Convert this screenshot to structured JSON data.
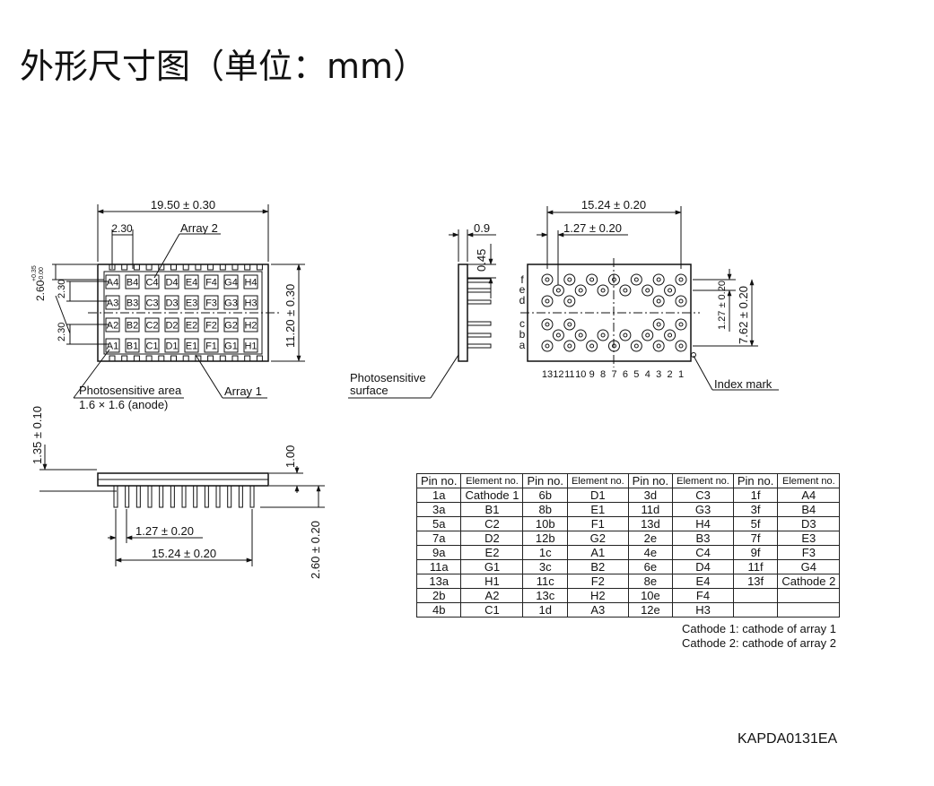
{
  "title": "外形尺寸图（单位：mm）",
  "top_view": {
    "width_dim": "19.50 ± 0.30",
    "pitch_dim": "2.30",
    "array2_label": "Array 2",
    "array1_label": "Array 1",
    "offset_dim": "2.60",
    "offset_tol_plus": "+0.35",
    "offset_tol_minus": "-0.00",
    "row_pitch_upper": "2.30",
    "row_pitch_lower": "2.30",
    "height_dim": "11.20 ± 0.30",
    "area_label_1": "Photosensitive area",
    "area_label_2": "1.6 × 1.6 (anode)",
    "rows": [
      [
        "A4",
        "B4",
        "C4",
        "D4",
        "E4",
        "F4",
        "G4",
        "H4"
      ],
      [
        "A3",
        "B3",
        "C3",
        "D3",
        "E3",
        "F3",
        "G3",
        "H3"
      ],
      [
        "A2",
        "B2",
        "C2",
        "D2",
        "E2",
        "F2",
        "G2",
        "H2"
      ],
      [
        "A1",
        "B1",
        "C1",
        "D1",
        "E1",
        "F1",
        "G1",
        "H1"
      ]
    ]
  },
  "side_view": {
    "thickness_dim": "0.9",
    "lead_dim": "0.45",
    "surface_label_1": "Photosensitive",
    "surface_label_2": "surface"
  },
  "bottom_view": {
    "width_dim": "15.24 ± 0.20",
    "pitch_dim": "1.27 ± 0.20",
    "row_pitch_dim": "1.27 ± 0.20",
    "height_dim": "7.62 ± 0.20",
    "row_letters": [
      "f",
      "e",
      "d",
      "c",
      "b",
      "a"
    ],
    "pin_numbers": [
      "13",
      "12",
      "11",
      "10",
      "9",
      "8",
      "7",
      "6",
      "5",
      "4",
      "3",
      "2",
      "1"
    ],
    "index_mark_label": "Index mark"
  },
  "front_view": {
    "package_height_dim": "1.35 ± 0.10",
    "seat_dim": "1.00",
    "lead_length_dim": "2.60 ± 0.20",
    "pitch_dim": "1.27 ± 0.20",
    "width_dim": "15.24 ± 0.20"
  },
  "pin_table": {
    "headers": [
      "Pin no.",
      "Element no.",
      "Pin no.",
      "Element no.",
      "Pin no.",
      "Element no.",
      "Pin no.",
      "Element no."
    ],
    "rows": [
      [
        "1a",
        "Cathode 1",
        "6b",
        "D1",
        "3d",
        "C3",
        "1f",
        "A4"
      ],
      [
        "3a",
        "B1",
        "8b",
        "E1",
        "11d",
        "G3",
        "3f",
        "B4"
      ],
      [
        "5a",
        "C2",
        "10b",
        "F1",
        "13d",
        "H4",
        "5f",
        "D3"
      ],
      [
        "7a",
        "D2",
        "12b",
        "G2",
        "2e",
        "B3",
        "7f",
        "E3"
      ],
      [
        "9a",
        "E2",
        "1c",
        "A1",
        "4e",
        "C4",
        "9f",
        "F3"
      ],
      [
        "11a",
        "G1",
        "3c",
        "B2",
        "6e",
        "D4",
        "11f",
        "G4"
      ],
      [
        "13a",
        "H1",
        "11c",
        "F2",
        "8e",
        "E4",
        "13f",
        "Cathode 2"
      ],
      [
        "2b",
        "A2",
        "13c",
        "H2",
        "10e",
        "F4",
        "",
        ""
      ],
      [
        "4b",
        "C1",
        "1d",
        "A3",
        "12e",
        "H3",
        "",
        ""
      ]
    ]
  },
  "notes": [
    "Cathode 1: cathode of array 1",
    "Cathode 2: cathode of array 2"
  ],
  "drawing_id": "KAPDA0131EA"
}
